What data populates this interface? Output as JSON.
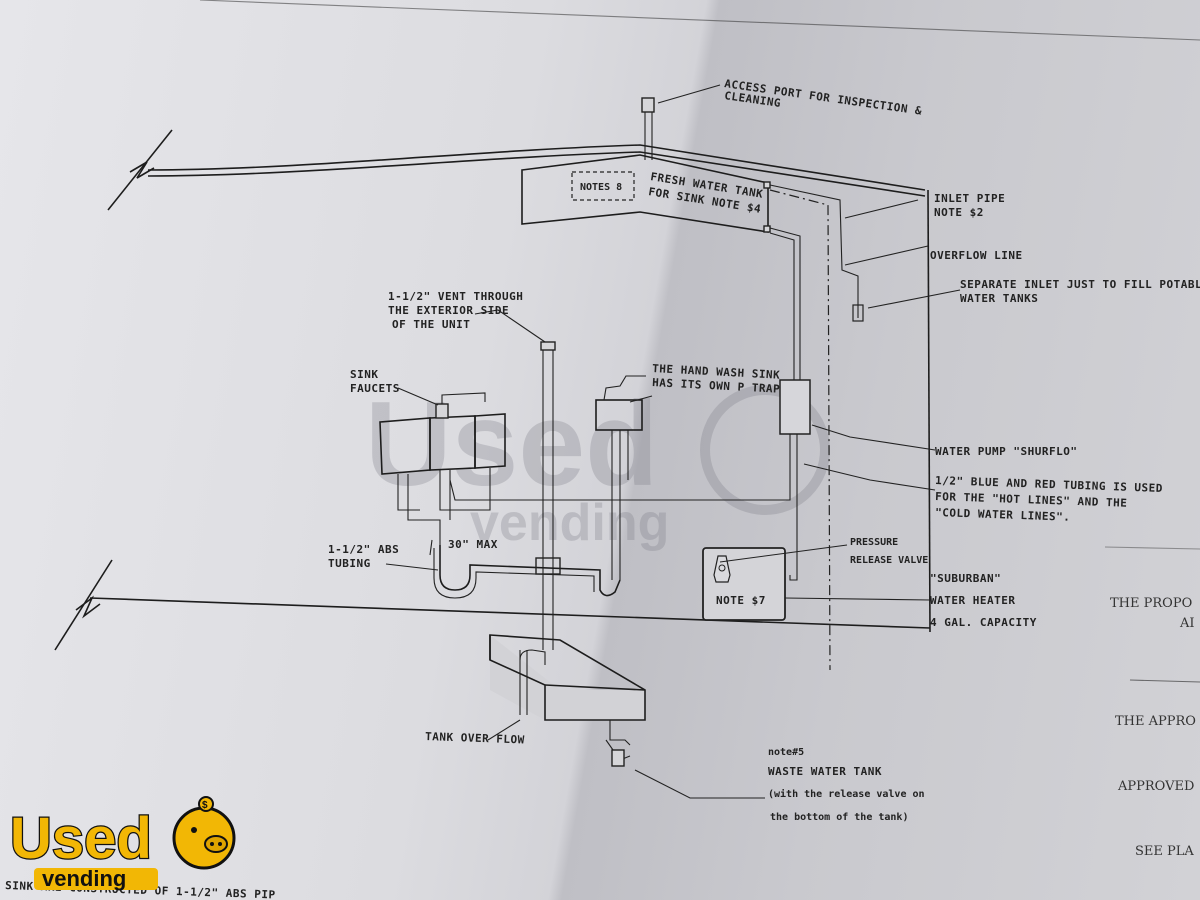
{
  "labels": {
    "access_port_1": "ACCESS PORT FOR INSPECTION &",
    "access_port_2": "CLEANING",
    "notes8": "NOTES 8",
    "fresh_tank_1": "FRESH WATER TANK",
    "fresh_tank_2": "FOR SINK NOTE $4",
    "inlet_pipe_1": "INLET PIPE",
    "inlet_pipe_2": "NOTE $2",
    "overflow_line": "OVERFLOW LINE",
    "separate_inlet_1": "SEPARATE INLET JUST TO FILL POTABLE",
    "separate_inlet_2": "WATER TANKS",
    "vent_1": "1-1/2\" VENT THROUGH",
    "vent_2": "THE EXTERIOR SIDE",
    "vent_3": "OF THE UNIT",
    "sink_faucets_1": "SINK",
    "sink_faucets_2": "FAUCETS",
    "hand_wash_1": "THE HAND WASH SINK",
    "hand_wash_2": "HAS ITS OWN P TRAP",
    "water_pump": "WATER PUMP \"SHURFLO\"",
    "tubing_1": "1/2\" BLUE AND RED TUBING IS USED",
    "tubing_2": "FOR THE \"HOT LINES\" AND THE",
    "tubing_3": "\"COLD WATER LINES\".",
    "abs_1": "1-1/2\" ABS",
    "abs_2": "TUBING",
    "max30": "30\" MAX",
    "pressure_1": "PRESSURE",
    "pressure_2": "RELEASE VALVE",
    "note7": "NOTE $7",
    "heater_1": "\"SUBURBAN\"",
    "heater_2": "WATER HEATER",
    "heater_3": "4 GAL. CAPACITY",
    "tank_overflow": "TANK OVER FLOW",
    "note5": "note#5",
    "waste_1": "WASTE WATER TANK",
    "waste_2": "(with the release valve on",
    "waste_3": "the bottom of the tank)",
    "bottom_note": "SINK ARE CONSTRUCTED OF 1-1/2\" ABS PIP"
  },
  "right_page": {
    "line1": "THE PROPO",
    "line2": "AI",
    "line3": "THE APPRO",
    "line4": "APPROVED",
    "line5": "SEE PLA"
  },
  "watermark": {
    "text_used": "Used",
    "text_vending": "vending"
  },
  "logo": {
    "used": "Used",
    "vending": "vending",
    "brand_color": "#f2b705"
  }
}
